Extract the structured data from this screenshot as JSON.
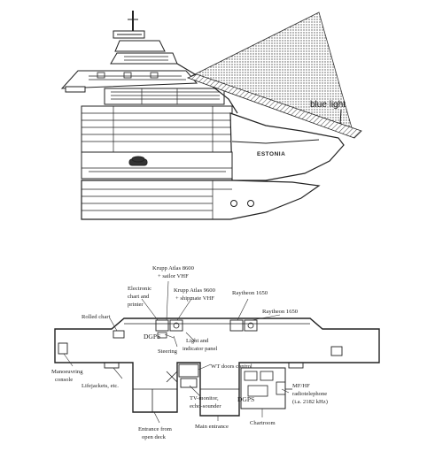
{
  "ship_view": {
    "ship_name": "ESTONIA",
    "blue_light_label": "blue light"
  },
  "bridge_plan": {
    "labels": {
      "krupp_8600": "Krupp Atlas 8600",
      "sailor_vhf": "+ sailor VHF",
      "electronic_chart": "Electronic",
      "electronic_chart_2": "chart and",
      "electronic_chart_3": "printer",
      "krupp_9600": "Krupp Atlas 9600",
      "shipmate_vhf": "+ shipmate VHF",
      "raytheon_1": "Raytheon 1650",
      "raytheon_2": "Raytheon 1650",
      "rolled_chart": "Rolled chart",
      "dgps_left": "DGPS",
      "steering": "Steering",
      "light_panel_1": "Light and",
      "light_panel_2": "indicator panel",
      "maneuvering_1": "Manoeuvring",
      "maneuvering_2": "console",
      "wt_doors": "WT doors control",
      "lifejackets": "Lifejackets, etc.",
      "tv_monitor_1": "TV-monitor,",
      "tv_monitor_2": "echo-sounder",
      "dgps_right": "DGPS",
      "mf_hf_1": "MF/HF",
      "mf_hf_2": "radiotelephone",
      "mf_hf_3": "(i.a. 2182 kHz)",
      "main_entrance": "Main entrance",
      "chartroom": "Chartroom",
      "entrance_deck_1": "Entrance from",
      "entrance_deck_2": "open deck"
    }
  }
}
